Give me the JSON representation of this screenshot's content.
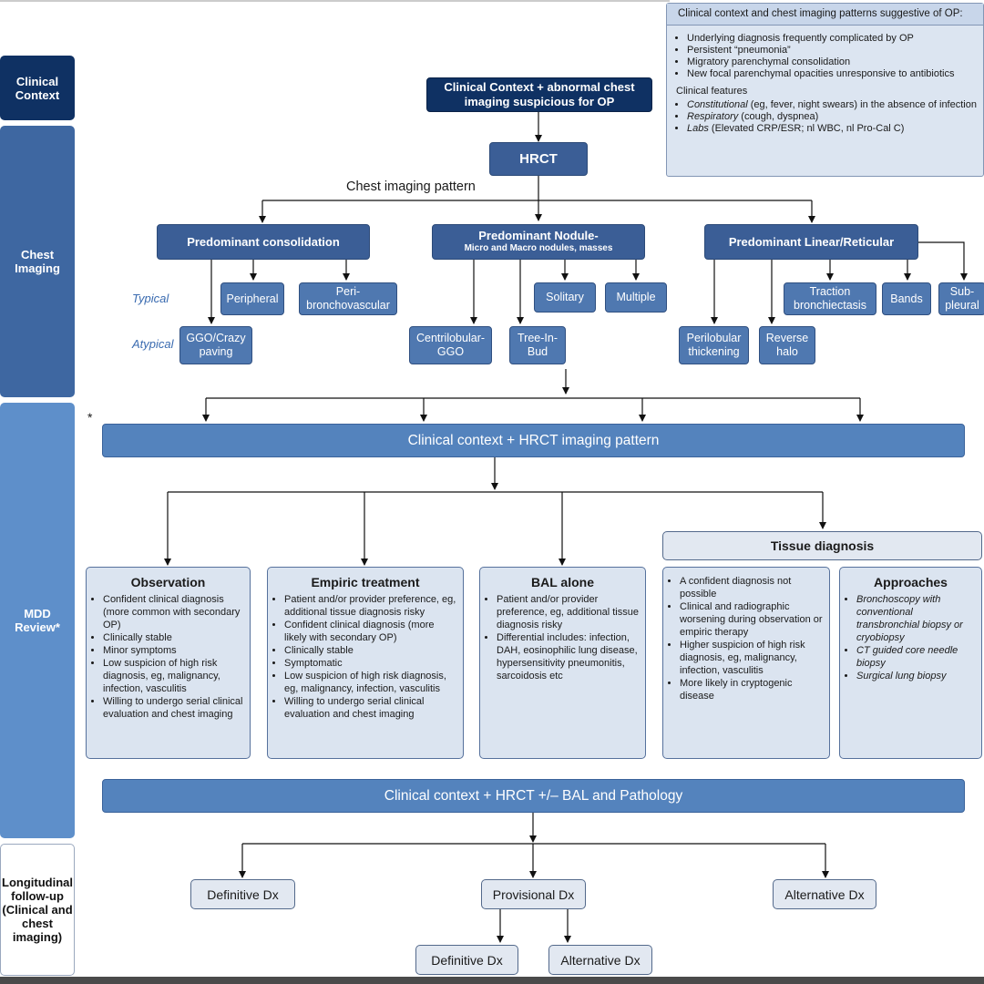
{
  "side_labels": {
    "clinical_context": "Clinical Context",
    "chest_imaging": "Chest Imaging",
    "mdd_review": "MDD Review*",
    "longitudinal": "Longitudinal follow-up (Clinical and chest imaging)"
  },
  "context_box": {
    "title": "Clinical context and chest imaging patterns suggestive of OP:",
    "items": [
      "Underlying diagnosis frequently complicated by OP",
      "Persistent “pneumonia”",
      "Migratory parenchymal consolidation",
      "New focal parenchymal opacities unresponsive to antibiotics"
    ],
    "features_title": "Clinical features",
    "features": [
      {
        "em": "Constitutional",
        "text": " (eg, fever, night swears) in the absence of infection"
      },
      {
        "em": "Respiratory",
        "text": " (cough, dyspnea)"
      },
      {
        "em": "Labs",
        "text": " (Elevated CRP/ESR; nl WBC, nl Pro-Cal C)"
      }
    ]
  },
  "flow": {
    "start": "Clinical Context + abnormal chest imaging suspicious for OP",
    "hrct": "HRCT",
    "pattern_label": "Chest imaging pattern",
    "typical_label": "Typical",
    "atypical_label": "Atypical",
    "asterisk": "*",
    "consolidation": "Predominant consolidation",
    "nodule_title": "Predominant Nodule-",
    "nodule_sub": "Micro and Macro nodules, masses",
    "linear": "Predominant Linear/Reticular",
    "peripheral": "Peripheral",
    "peribronchovascular": "Peri-bronchovascular",
    "ggo_crazy": "GGO/Crazy paving",
    "solitary": "Solitary",
    "multiple": "Multiple",
    "centrilobular": "Centrilobular-GGO",
    "tree_in_bud": "Tree-In-Bud",
    "traction": "Traction bronchiectasis",
    "bands": "Bands",
    "subpleural": "Sub-pleural",
    "perilobular": "Perilobular thickening",
    "reverse_halo": "Reverse halo",
    "bar1": "Clinical context + HRCT imaging pattern",
    "bar2": "Clinical context + HRCT +/– BAL and Pathology"
  },
  "observation": {
    "title": "Observation",
    "items": [
      "Confident clinical diagnosis (more common with secondary OP)",
      "Clinically stable",
      "Minor symptoms",
      "Low suspicion of high risk diagnosis, eg, malignancy, infection, vasculitis",
      "Willing to undergo serial clinical evaluation and chest imaging"
    ]
  },
  "empiric": {
    "title": "Empiric treatment",
    "items": [
      "Patient and/or provider preference, eg, additional tissue diagnosis risky",
      "Confident clinical diagnosis (more likely with secondary OP)",
      "Clinically stable",
      "Symptomatic",
      "Low suspicion of high risk diagnosis, eg, malignancy, infection, vasculitis",
      "Willing to undergo serial clinical evaluation and chest imaging"
    ]
  },
  "bal": {
    "title": "BAL alone",
    "items": [
      "Patient and/or provider preference, eg, additional tissue diagnosis risky",
      "Differential includes: infection, DAH, eosinophilic lung disease, hypersensitivity pneumonitis, sarcoidosis etc"
    ]
  },
  "tissue": {
    "title": "Tissue diagnosis",
    "items": [
      "A confident diagnosis not possible",
      "Clinical and radiographic worsening during observation or empiric therapy",
      "Higher suspicion of high risk diagnosis, eg, malignancy, infection, vasculitis",
      "More likely in cryptogenic disease"
    ]
  },
  "approaches": {
    "title": "Approaches",
    "items": [
      "Bronchoscopy with conventional transbronchial biopsy or cryobiopsy",
      "CT guided core needle biopsy",
      "Surgical lung biopsy"
    ]
  },
  "outcomes": {
    "definitive": "Definitive Dx",
    "provisional": "Provisional Dx",
    "alternative": "Alternative Dx",
    "definitive2": "Definitive Dx",
    "alternative2": "Alternative Dx"
  }
}
